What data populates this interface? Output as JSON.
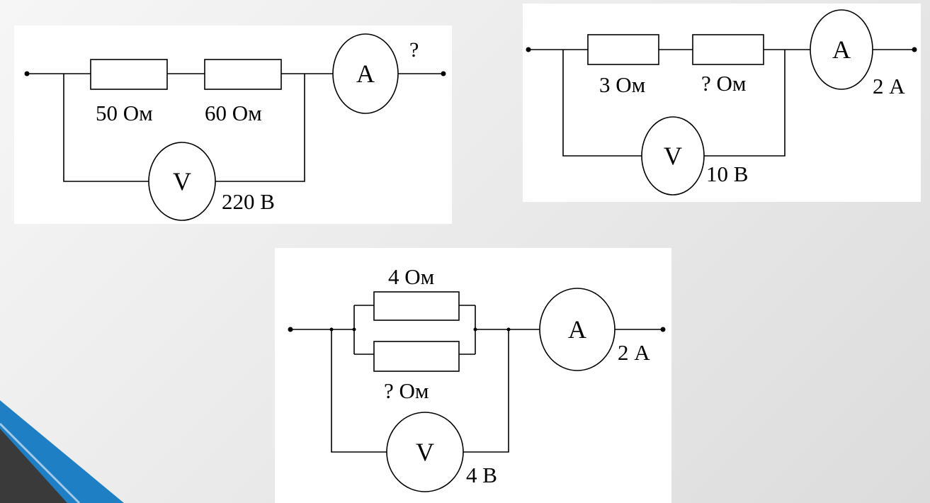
{
  "diagrams": [
    {
      "labels": {
        "r1": "50 Ом",
        "r2": "60 Ом",
        "ammeter": "A",
        "current": "?",
        "voltmeter": "V",
        "voltage": "220 В"
      }
    },
    {
      "labels": {
        "r1": "3 Ом",
        "r2": "? Ом",
        "ammeter": "A",
        "current": "2 А",
        "voltmeter": "V",
        "voltage": "10 В"
      }
    },
    {
      "labels": {
        "r1": "4 Ом",
        "r2": "? Ом",
        "ammeter": "A",
        "current": "2 А",
        "voltmeter": "V",
        "voltage": "4 В"
      }
    }
  ],
  "colors": {
    "accent_blue": "#1f7fc4",
    "accent_dark": "#3a3a3a"
  }
}
